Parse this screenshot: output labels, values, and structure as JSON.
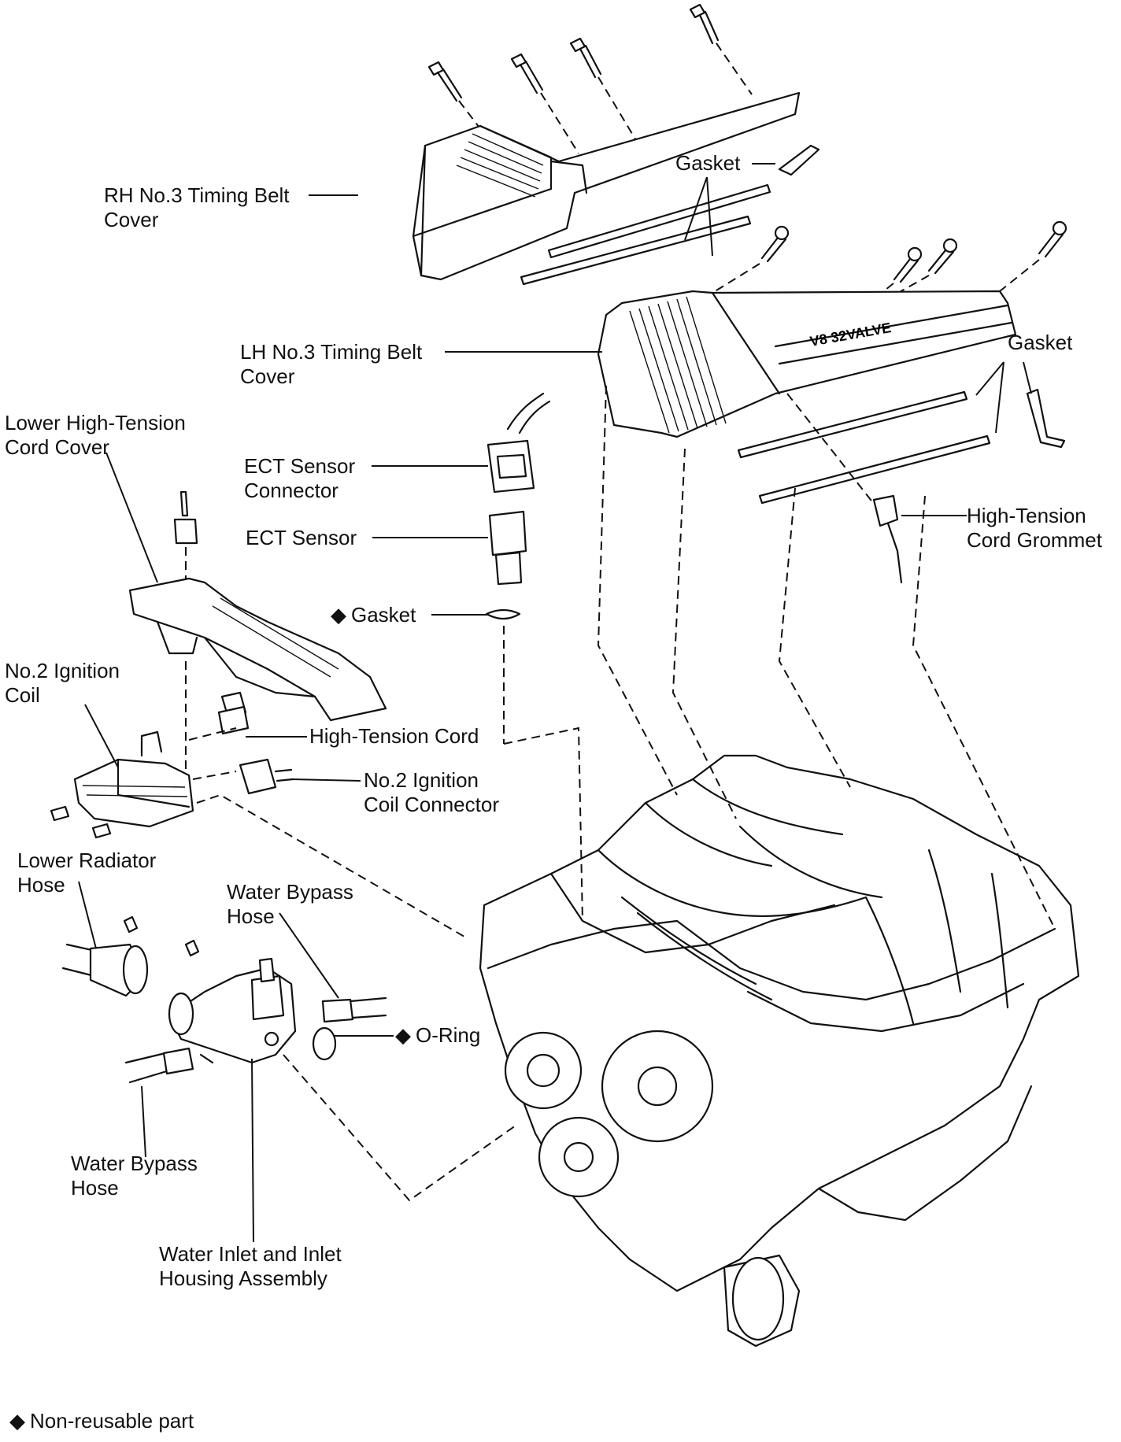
{
  "labels": {
    "rh_cover": [
      "RH No.3 Timing Belt",
      "Cover"
    ],
    "gasket_top": "Gasket",
    "lh_cover": [
      "LH No.3 Timing Belt",
      "Cover"
    ],
    "gasket_right": "Gasket",
    "lower_cord_cover": [
      "Lower High-Tension",
      "Cord Cover"
    ],
    "ect_connector": [
      "ECT Sensor",
      "Connector"
    ],
    "ect_sensor": "ECT Sensor",
    "gasket_ect": "Gasket",
    "grommet": [
      "High-Tension",
      "Cord Grommet"
    ],
    "ignition_coil": [
      "No.2 Ignition",
      "Coil"
    ],
    "ht_cord": "High-Tension Cord",
    "coil_connector": [
      "No.2 Ignition",
      "Coil Connector"
    ],
    "lower_radiator_hose": [
      "Lower Radiator",
      "Hose"
    ],
    "water_bypass_hose_top": [
      "Water Bypass",
      "Hose"
    ],
    "o_ring": "O-Ring",
    "water_bypass_hose_left": [
      "Water Bypass",
      "Hose"
    ],
    "water_inlet": [
      "Water Inlet and Inlet",
      "Housing Assembly"
    ]
  },
  "legend": {
    "text": "Non-reusable part"
  },
  "cover_logo": "V8 32VALVE"
}
